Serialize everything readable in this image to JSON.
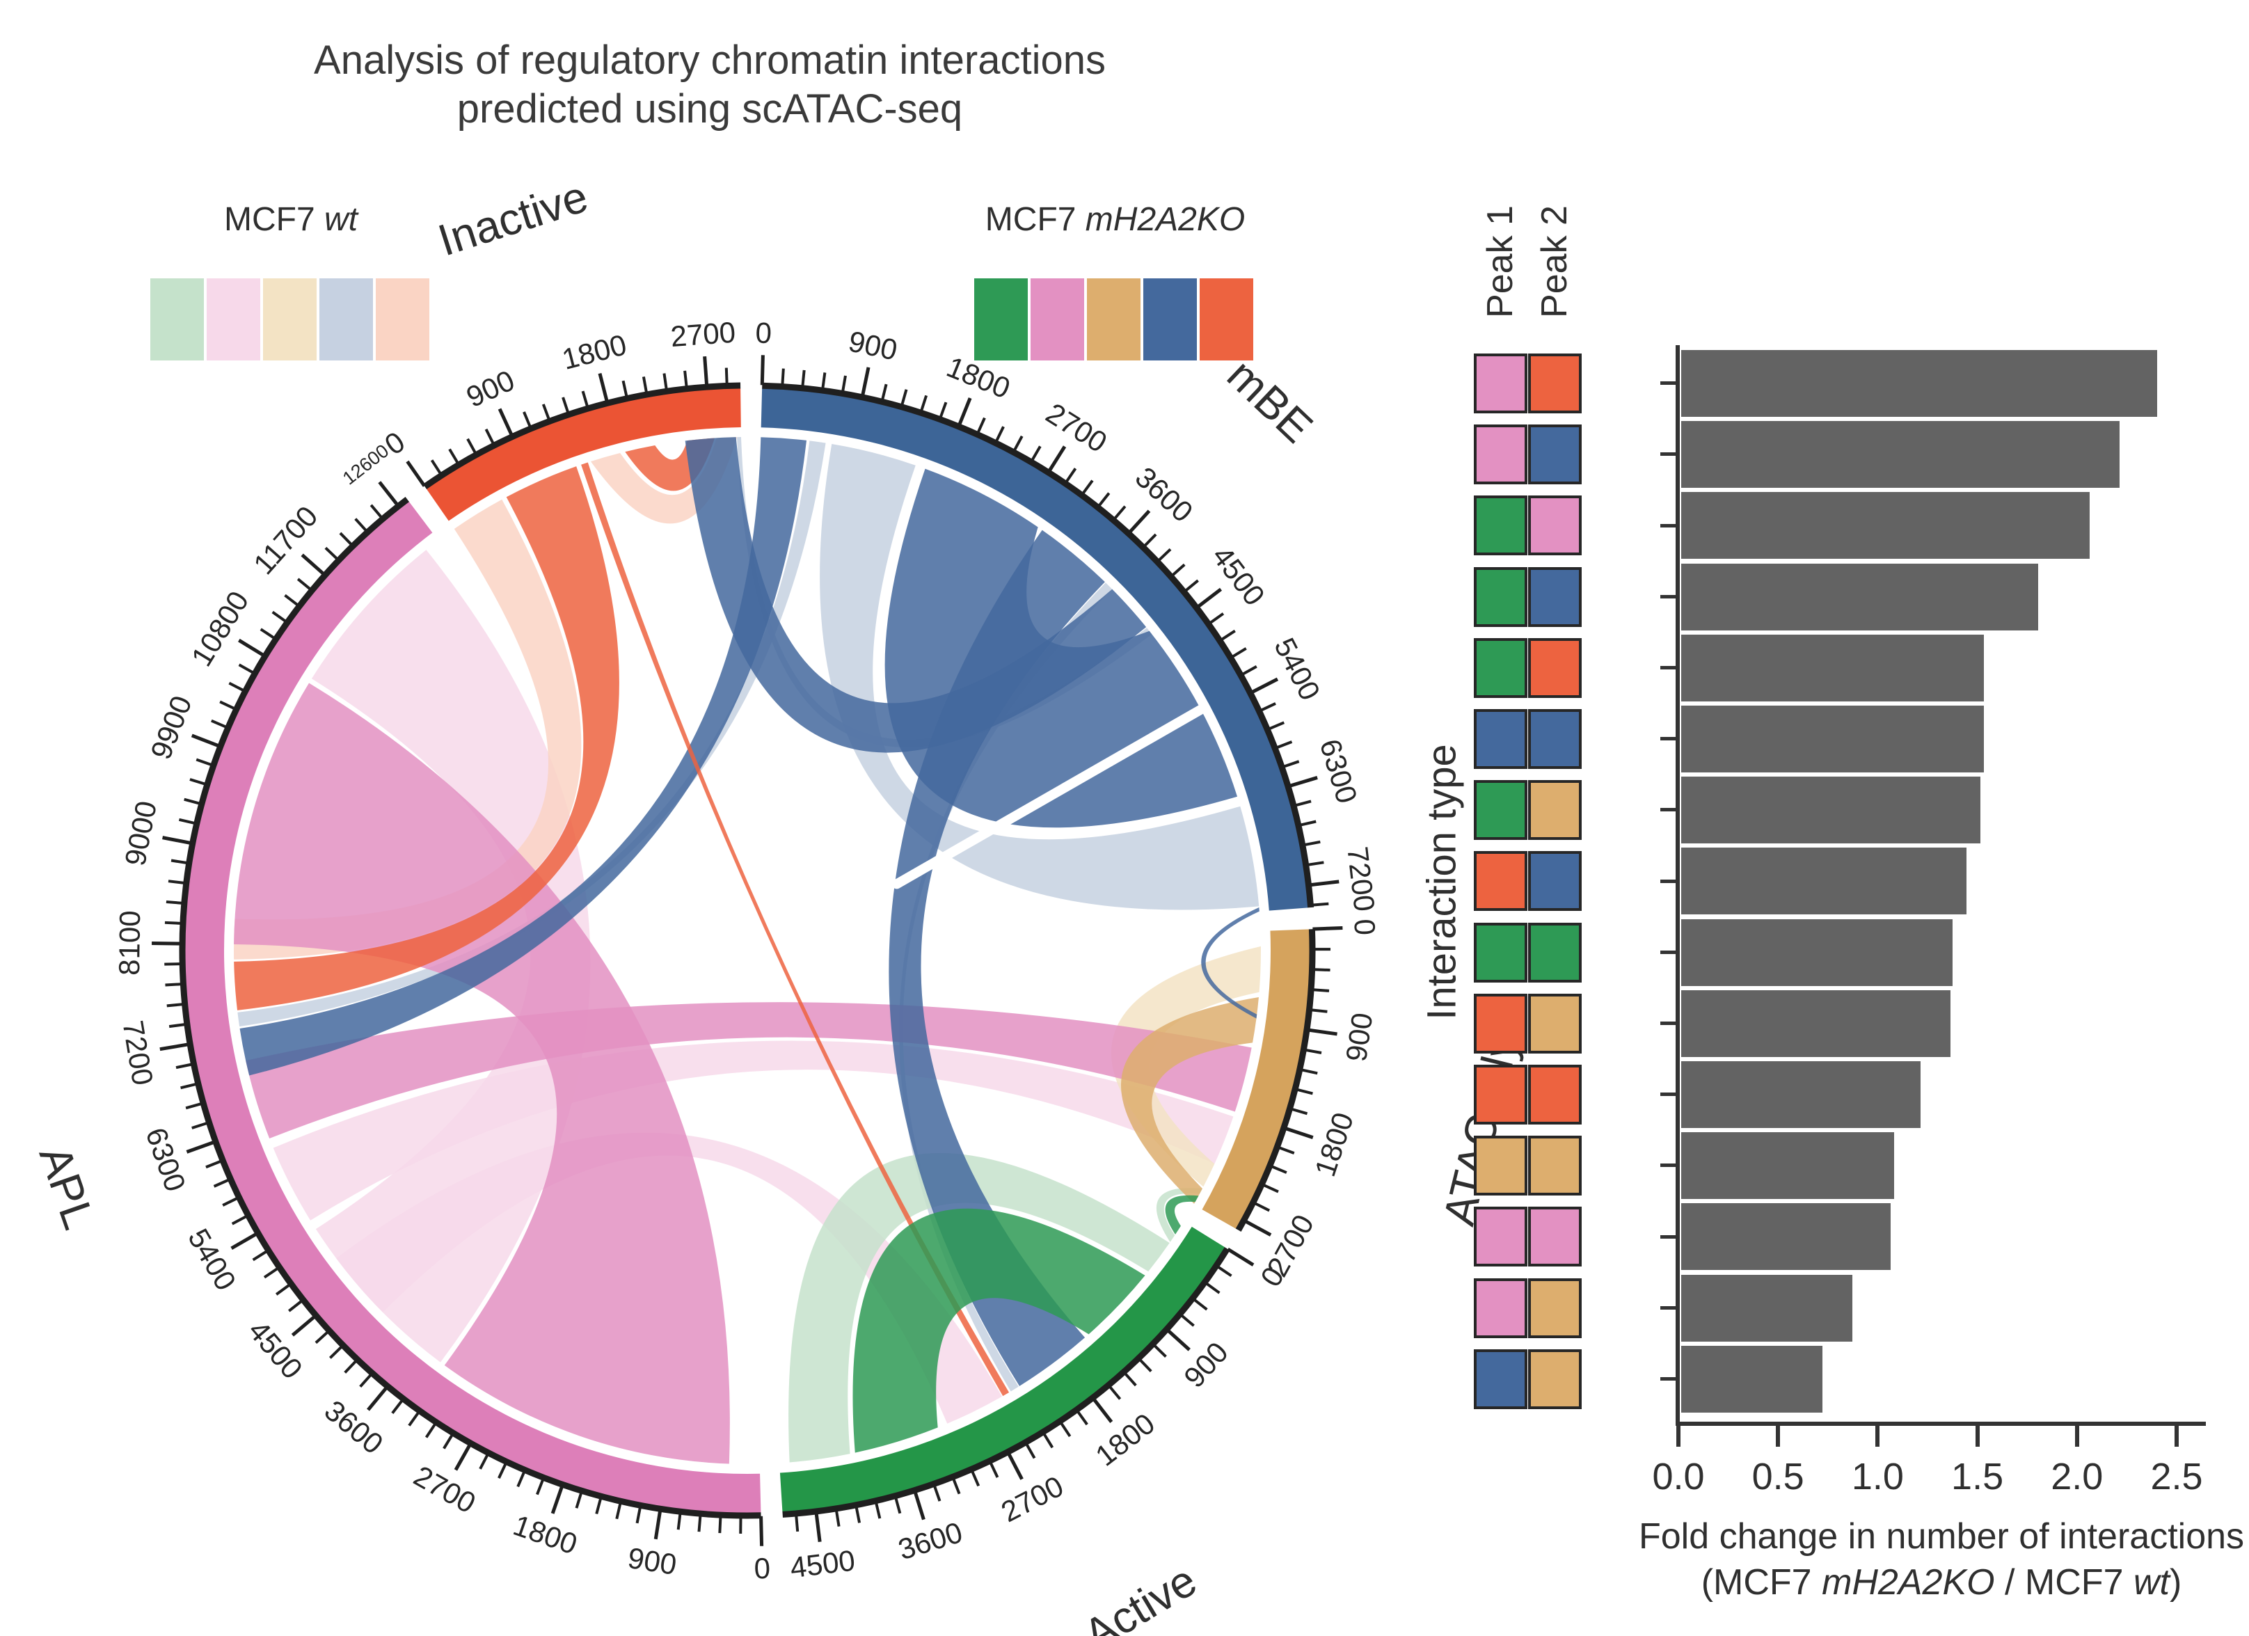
{
  "title": {
    "line1": "Analysis of regulatory chromatin interactions",
    "line2": "predicted using scATAC-seq"
  },
  "legend_wt": {
    "prefix": "MCF7 ",
    "label": "wt"
  },
  "legend_ko": {
    "prefix": "MCF7 ",
    "label": "mH2A2KO"
  },
  "palette": {
    "band": {
      "green": "#249648",
      "pink": "#DD7FB9",
      "tan": "#D5A35D",
      "blue": "#3D6597",
      "orange": "#EB5434"
    },
    "ko": {
      "green": "#2E9A55",
      "pink": "#E391C2",
      "tan": "#DDAE6E",
      "blue": "#44699D",
      "orange": "#ED6340"
    },
    "wt": {
      "green": "#C5E2CB",
      "pink": "#F7D9EA",
      "tan": "#F3E3C4",
      "blue": "#C6D1E1",
      "orange": "#FAD4C4"
    },
    "bar": "#636363",
    "axis": "#333333",
    "tick_text": "#262626"
  },
  "chart_data": [
    {
      "type": "chord",
      "title": "Analysis of regulatory chromatin interactions predicted using scATAC-seq",
      "gap_deg": 2.2,
      "start_deg": 1.5,
      "tick_minor": 180,
      "tick_major": 900,
      "sectors": [
        {
          "name": "mBE",
          "color": "blue",
          "total": 7400,
          "label_r": 1090
        },
        {
          "name": "ATAConly",
          "color": "tan",
          "total": 2800,
          "label_r": 1085
        },
        {
          "name": "Active",
          "color": "green",
          "total": 4800,
          "label_r": 1100
        },
        {
          "name": "APL",
          "color": "pink",
          "total": 12700,
          "label_r": 1035
        },
        {
          "name": "Inactive",
          "color": "orange",
          "total": 3000,
          "label_r": 1105
        }
      ],
      "ribbons": [
        [
          "APL",
          10850,
          12550,
          "APL",
          3350,
          5150,
          "wt",
          "pink"
        ],
        [
          "APL",
          4100,
          4800,
          "Active",
          2500,
          3100,
          "wt",
          "pink"
        ],
        [
          "APL",
          5250,
          6050,
          "ATAConly",
          1850,
          2350,
          "wt",
          "pink"
        ],
        [
          "mBE",
          700,
          1550,
          "mBE",
          6350,
          7350,
          "wt",
          "blue"
        ],
        [
          "Inactive",
          0,
          550,
          "APL",
          7950,
          8350,
          "wt",
          "orange"
        ],
        [
          "mBE",
          480,
          640,
          "APL",
          7290,
          7430,
          "wt",
          "blue"
        ],
        [
          "Inactive",
          1500,
          1800,
          "Inactive",
          2760,
          2960,
          "wt",
          "orange"
        ],
        [
          "Inactive",
          2960,
          3000,
          "mBE",
          4360,
          4440,
          "wt",
          "blue"
        ],
        [
          "mBE",
          3760,
          3850,
          "Active",
          2310,
          2400,
          "wt",
          "blue"
        ],
        [
          "ATAConly",
          150,
          600,
          "ATAConly",
          2350,
          2600,
          "wt",
          "tan"
        ],
        [
          "Active",
          4100,
          4700,
          "Active",
          250,
          600,
          "wt",
          "green"
        ],
        [
          "Active",
          160,
          240,
          "ATAConly",
          2620,
          2680,
          "wt",
          "green"
        ],
        [
          "APL",
          8100,
          10800,
          "APL",
          300,
          3300,
          "ko",
          "pink"
        ],
        [
          "APL",
          6150,
          6950,
          "ATAConly",
          1150,
          1800,
          "ko",
          "pink"
        ],
        [
          "mBE",
          1650,
          2900,
          "mBE",
          4400,
          6250,
          "ko",
          "blue"
        ],
        [
          "Inactive",
          600,
          1350,
          "APL",
          7450,
          7930,
          "ko",
          "orange"
        ],
        [
          "mBE",
          0,
          450,
          "APL",
          6800,
          7270,
          "ko",
          "blue"
        ],
        [
          "Inactive",
          1850,
          2150,
          "Inactive",
          2470,
          2740,
          "ko",
          "orange"
        ],
        [
          "Inactive",
          2450,
          2950,
          "mBE",
          3850,
          4350,
          "ko",
          "blue"
        ],
        [
          "mBE",
          2950,
          3750,
          "Active",
          1500,
          2300,
          "ko",
          "blue"
        ],
        [
          "Inactive",
          1400,
          1470,
          "Active",
          2420,
          2490,
          "ko",
          "orange"
        ],
        [
          "ATAConly",
          650,
          1100,
          "ATAConly",
          2620,
          2790,
          "ko",
          "tan"
        ],
        [
          "Active",
          3200,
          4050,
          "Active",
          650,
          1450,
          "ko",
          "green"
        ],
        [
          "Active",
          50,
          150,
          "ATAConly",
          2700,
          2770,
          "ko",
          "green"
        ],
        [
          "mBE",
          7360,
          7400,
          "ATAConly",
          820,
          860,
          "ko",
          "blue"
        ]
      ]
    },
    {
      "type": "bar",
      "ylabel": "Interaction type",
      "col_headers": [
        "Peak 1",
        "Peak 2"
      ],
      "xlabel_line1": "Fold change in number of interactions",
      "xlabel_line2_parts": [
        "(MCF7 ",
        "mH2A2KO",
        " / MCF7 ",
        "wt",
        ")"
      ],
      "xticks": [
        "0.0",
        "0.5",
        "1.0",
        "1.5",
        "2.0",
        "2.5"
      ],
      "xlim": [
        0,
        2.5
      ],
      "rows": [
        {
          "peak1": "pink",
          "peak2": "orange",
          "value": 2.39
        },
        {
          "peak1": "pink",
          "peak2": "blue",
          "value": 2.2
        },
        {
          "peak1": "green",
          "peak2": "pink",
          "value": 2.05
        },
        {
          "peak1": "green",
          "peak2": "blue",
          "value": 1.79
        },
        {
          "peak1": "green",
          "peak2": "orange",
          "value": 1.52
        },
        {
          "peak1": "blue",
          "peak2": "blue",
          "value": 1.52
        },
        {
          "peak1": "green",
          "peak2": "tan",
          "value": 1.5
        },
        {
          "peak1": "orange",
          "peak2": "blue",
          "value": 1.43
        },
        {
          "peak1": "green",
          "peak2": "green",
          "value": 1.36
        },
        {
          "peak1": "orange",
          "peak2": "tan",
          "value": 1.35
        },
        {
          "peak1": "orange",
          "peak2": "orange",
          "value": 1.2
        },
        {
          "peak1": "tan",
          "peak2": "tan",
          "value": 1.07
        },
        {
          "peak1": "pink",
          "peak2": "pink",
          "value": 1.05
        },
        {
          "peak1": "pink",
          "peak2": "tan",
          "value": 0.86
        },
        {
          "peak1": "blue",
          "peak2": "tan",
          "value": 0.71
        }
      ]
    }
  ]
}
